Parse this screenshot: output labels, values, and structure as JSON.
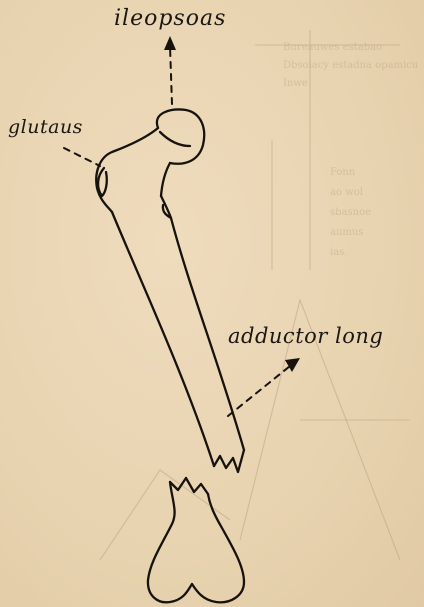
{
  "labels": {
    "iliopsoas": "ileopsoas",
    "gluteus": "glutaus",
    "adductor": "adductor long"
  }
}
